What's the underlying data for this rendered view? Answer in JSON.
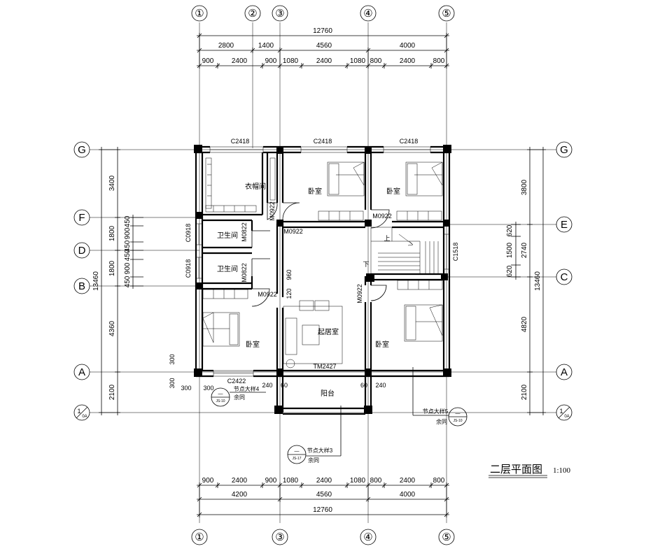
{
  "title": "二层平面图",
  "scale": "1:100",
  "axes": {
    "vertical": [
      "①",
      "②",
      "③",
      "④",
      "⑤"
    ],
    "horizontal": [
      "G",
      "F",
      "E",
      "D",
      "C",
      "B",
      "A"
    ],
    "sub_axis_main": "1",
    "sub_axis_ref": "0A"
  },
  "dims_top": {
    "total": "12760",
    "row1": [
      "2800",
      "1400",
      "4560",
      "4000"
    ],
    "row2": [
      "900",
      "2400",
      "900",
      "1080",
      "2400",
      "1080",
      "800",
      "2400",
      "800"
    ]
  },
  "dims_bottom": {
    "row1": [
      "900",
      "2400",
      "900",
      "1080",
      "2400",
      "1080",
      "800",
      "2400",
      "800"
    ],
    "row2": [
      "4200",
      "4560",
      "4000"
    ],
    "total": "12760"
  },
  "dims_left": {
    "total": "13460",
    "main": [
      "3400",
      "1800",
      "1800",
      "4360",
      "2100"
    ],
    "minor": [
      "450",
      "900",
      "450",
      "450",
      "900",
      "450"
    ]
  },
  "dims_right": {
    "total": "13460",
    "main": [
      "3800",
      "2740",
      "4820",
      "2100"
    ],
    "minor": [
      "620",
      "1500",
      "620"
    ]
  },
  "rooms": {
    "bedroom_a": "卧室",
    "bedroom_b": "卧室",
    "bedroom_c": "卧室",
    "bedroom_d": "卧室",
    "closet": "衣帽间",
    "bath1": "卫生间",
    "bath2": "卫生间",
    "living": "起居室",
    "balcony": "阳台"
  },
  "labels": {
    "win1": "C2418",
    "win2": "C2418",
    "win3": "C2418",
    "win_side1": "C0918",
    "win_side2": "C0918",
    "win_right": "C1518",
    "win_bottom": "C2422",
    "door1": "M0922",
    "door2": "M0922",
    "door3": "M0922",
    "door4": "M0922",
    "door5": "M0922",
    "door6": "M0822",
    "door7": "M0822",
    "door_living": "TM2427",
    "stair_up": "上",
    "stair_down": "下",
    "d960": "960",
    "d120": "120",
    "d300a": "300",
    "d300b": "300",
    "d300c": "300",
    "d300d": "300",
    "d240a": "240",
    "d60a": "60",
    "d60b": "60",
    "d240b": "240"
  },
  "callouts": {
    "c4": {
      "text": "节点大样4",
      "sub": "余同",
      "sheet": "JS-10",
      "dash": "—"
    },
    "c3": {
      "text": "节点大样3",
      "sub": "余同",
      "sheet": "JS-17",
      "dash": "—"
    },
    "c5": {
      "text": "节点大样5",
      "sub": "余同",
      "sheet": "JS-10",
      "dash": "—"
    }
  }
}
